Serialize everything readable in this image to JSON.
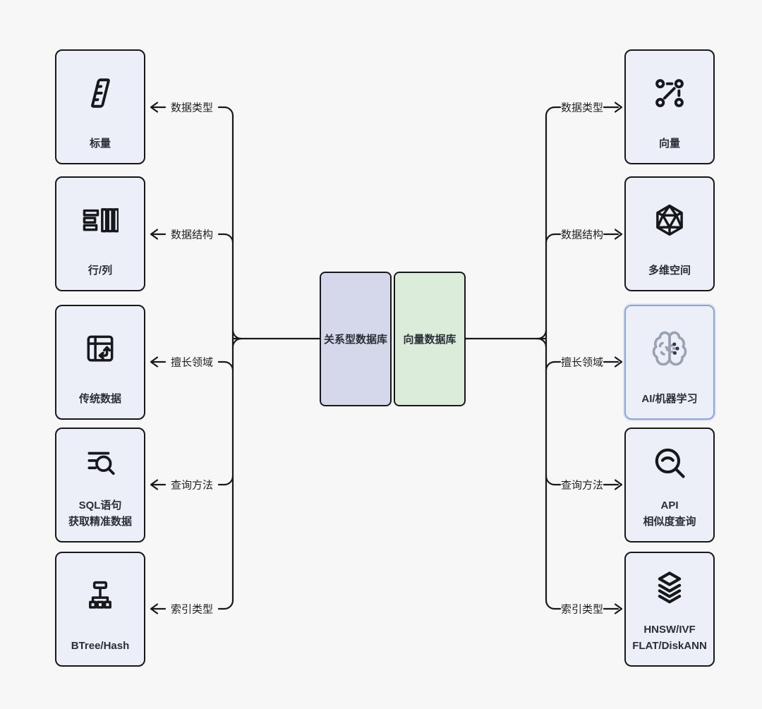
{
  "center": {
    "relational_label": "关系型数据库",
    "vector_label": "向量数据库"
  },
  "left_column": {
    "items": [
      {
        "label": "标量",
        "icon": "ruler-icon"
      },
      {
        "label": "行/列",
        "icon": "rows-columns-icon"
      },
      {
        "label": "传统数据",
        "icon": "table-arrows-icon"
      },
      {
        "label": "SQL语句\n获取精准数据",
        "icon": "search-list-icon"
      },
      {
        "label": "BTree/Hash",
        "icon": "tree-hierarchy-icon"
      }
    ]
  },
  "right_column": {
    "items": [
      {
        "label": "向量",
        "icon": "vector-points-icon"
      },
      {
        "label": "多维空间",
        "icon": "polyhedron-icon"
      },
      {
        "label": "AI/机器学习",
        "icon": "brain-circuit-icon",
        "highlighted": true
      },
      {
        "label": "API\n相似度查询",
        "icon": "similarity-search-icon"
      },
      {
        "label": "HNSW/IVF\nFLAT/DiskANN",
        "icon": "layers-icon"
      }
    ]
  },
  "connectors": {
    "left": [
      {
        "label": "数据类型"
      },
      {
        "label": "数据结构"
      },
      {
        "label": "擅长领域"
      },
      {
        "label": "查询方法"
      },
      {
        "label": "索引类型"
      }
    ],
    "right": [
      {
        "label": "数据类型"
      },
      {
        "label": "数据结构"
      },
      {
        "label": "擅长领域"
      },
      {
        "label": "查询方法"
      },
      {
        "label": "索引类型"
      }
    ]
  },
  "colors": {
    "background": "#f7f7f7",
    "card_fill": "#edeff8",
    "card_border": "#17181c",
    "line": "#17181c",
    "relational_fill": "#d5d8eb",
    "vector_fill": "#dcecdb",
    "highlight_border": "#8da4d8"
  }
}
